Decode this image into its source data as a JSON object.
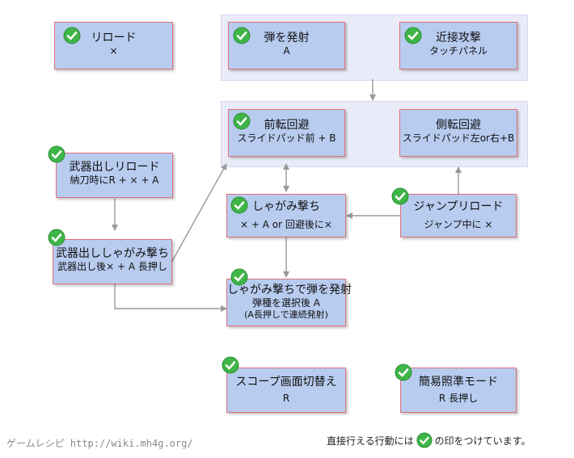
{
  "colors": {
    "node_fill": "#b8ccf0",
    "node_border": "#e0707a",
    "group_fill": "#e9ecf8",
    "check_green": "#3fb548",
    "arrow": "#999999"
  },
  "icons": {
    "check": "check-circle-icon"
  },
  "nodes": {
    "reload": {
      "title": "リロード",
      "sub": "×"
    },
    "fire_bullet": {
      "title": "弾を発射",
      "sub": "A"
    },
    "melee": {
      "title": "近接攻撃",
      "sub": "タッチパネル"
    },
    "forward_roll": {
      "title": "前転回避",
      "sub": "スライドパッド前 + B"
    },
    "side_roll": {
      "title": "側転回避",
      "sub": "スライドパッド左or右+B"
    },
    "draw_reload": {
      "title": "武器出しリロード",
      "sub": "納刀時にR + × + A"
    },
    "draw_crouch": {
      "title": "武器出ししゃがみ撃ち",
      "sub": "武器出し後× + A 長押し"
    },
    "crouch_fire": {
      "title": "しゃがみ撃ち",
      "sub": "× + A or 回避後に×"
    },
    "jump_reload": {
      "title": "ジャンプリロード",
      "sub": "ジャンプ中に ×"
    },
    "crouch_fire_bullet": {
      "title": "しゃがみ撃ちで弾を発射",
      "sub": "弾種を選択後 A",
      "sub2": "(A長押しで連続発射)"
    },
    "scope": {
      "title": "スコープ画面切替え",
      "sub": "R"
    },
    "simple_aim": {
      "title": "簡易照準モード",
      "sub": "R 長押し"
    }
  },
  "footer": {
    "source": "ゲームレシピ http://wiki.mh4g.org/",
    "legend_before": "直接行える行動には",
    "legend_after": "の印をつけています。"
  }
}
